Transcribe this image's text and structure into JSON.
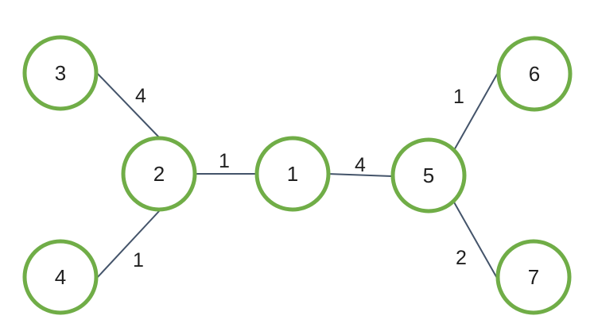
{
  "diagram": {
    "type": "weighted-undirected-graph",
    "background_color": "#ffffff",
    "node_ring_color": "#70AD47",
    "node_fill_color": "#ffffff",
    "edge_color": "#44546A",
    "text_color": "#1f1f1f",
    "nodes": [
      {
        "id": "1",
        "label": "1"
      },
      {
        "id": "2",
        "label": "2"
      },
      {
        "id": "3",
        "label": "3"
      },
      {
        "id": "4",
        "label": "4"
      },
      {
        "id": "5",
        "label": "5"
      },
      {
        "id": "6",
        "label": "6"
      },
      {
        "id": "7",
        "label": "7"
      }
    ],
    "edges": [
      {
        "from": "3",
        "to": "2",
        "weight": "4"
      },
      {
        "from": "2",
        "to": "1",
        "weight": "1"
      },
      {
        "from": "1",
        "to": "5",
        "weight": "4"
      },
      {
        "from": "2",
        "to": "4",
        "weight": "1"
      },
      {
        "from": "5",
        "to": "6",
        "weight": "1"
      },
      {
        "from": "5",
        "to": "7",
        "weight": "2"
      }
    ]
  }
}
